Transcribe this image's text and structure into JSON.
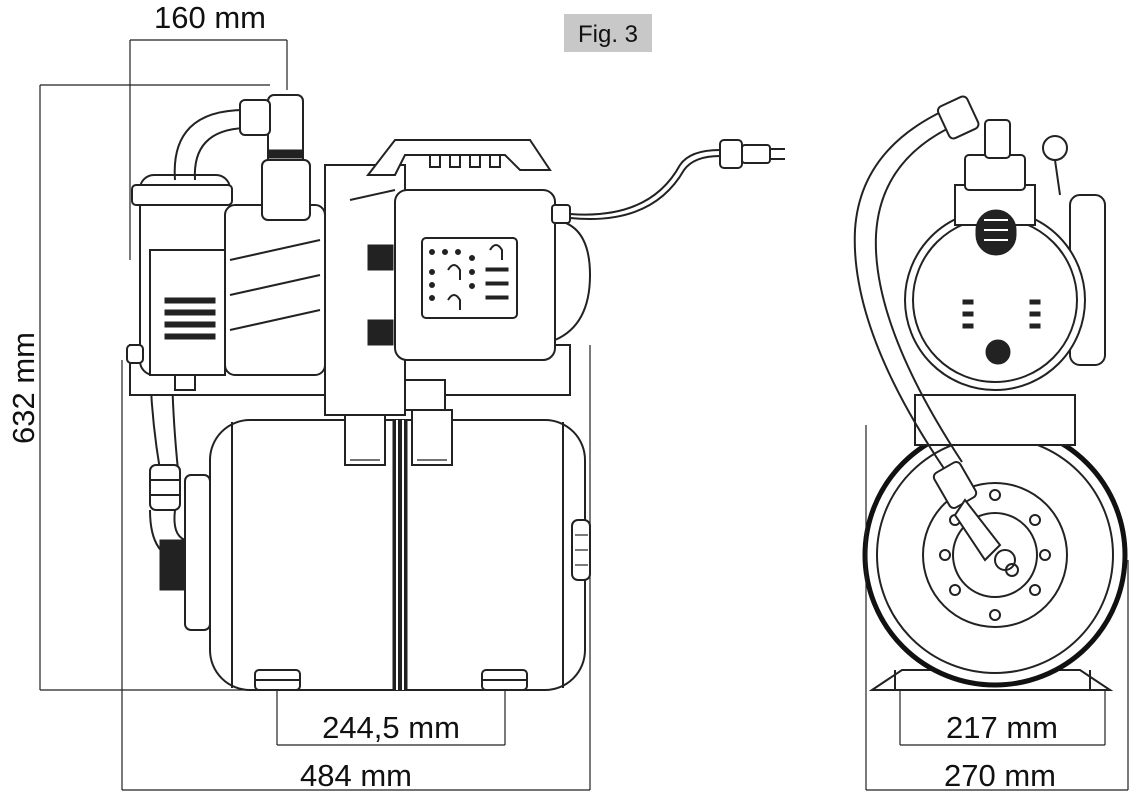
{
  "figure": {
    "label": "Fig. 3",
    "label_bg": "#c8c8c8"
  },
  "dimensions": {
    "top_width": "160 mm",
    "height": "632 mm",
    "feet_spacing_side": "244,5 mm",
    "length_side": "484 mm",
    "feet_spacing_front": "217 mm",
    "width_front": "270 mm"
  }
}
